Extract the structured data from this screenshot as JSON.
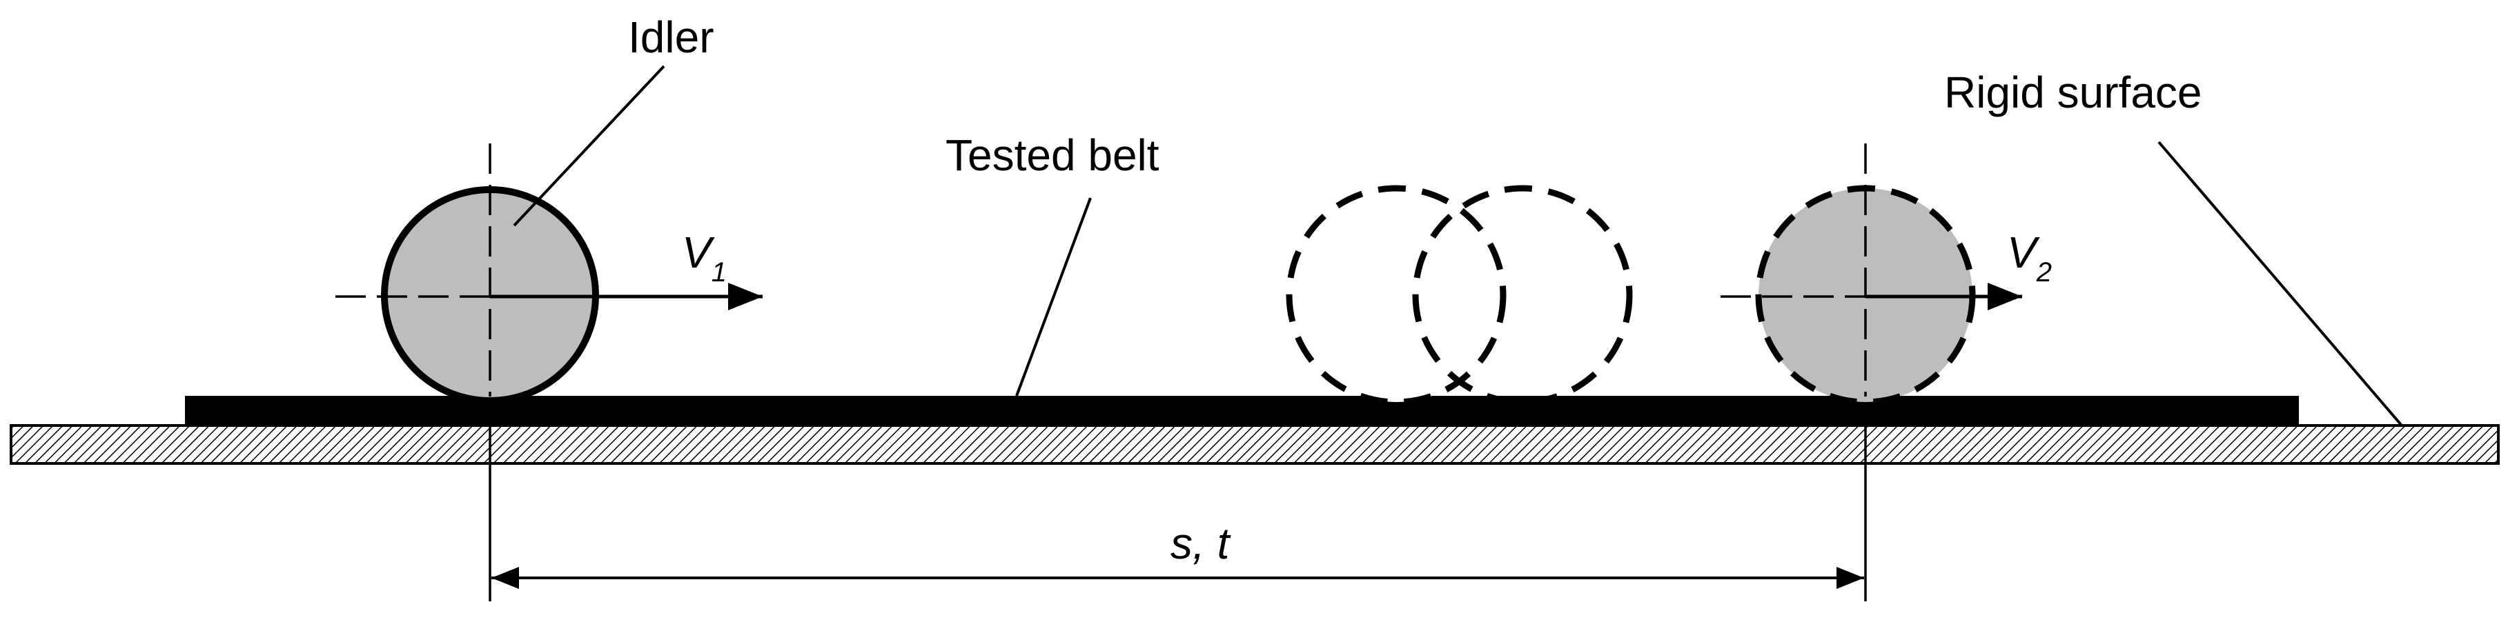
{
  "labels": {
    "idler": "Idler",
    "tested_belt": "Tested belt",
    "rigid_surface": "Rigid surface",
    "velocity_start": "V",
    "velocity_start_sub": "1",
    "velocity_end": "V",
    "velocity_end_sub": "2",
    "distance_time": "s, t"
  },
  "colors": {
    "idler_fill": "#bdbdbd",
    "belt": "#000000",
    "surface_hatch": "#000000",
    "surface_fill": "#ffffff",
    "line": "#000000"
  }
}
